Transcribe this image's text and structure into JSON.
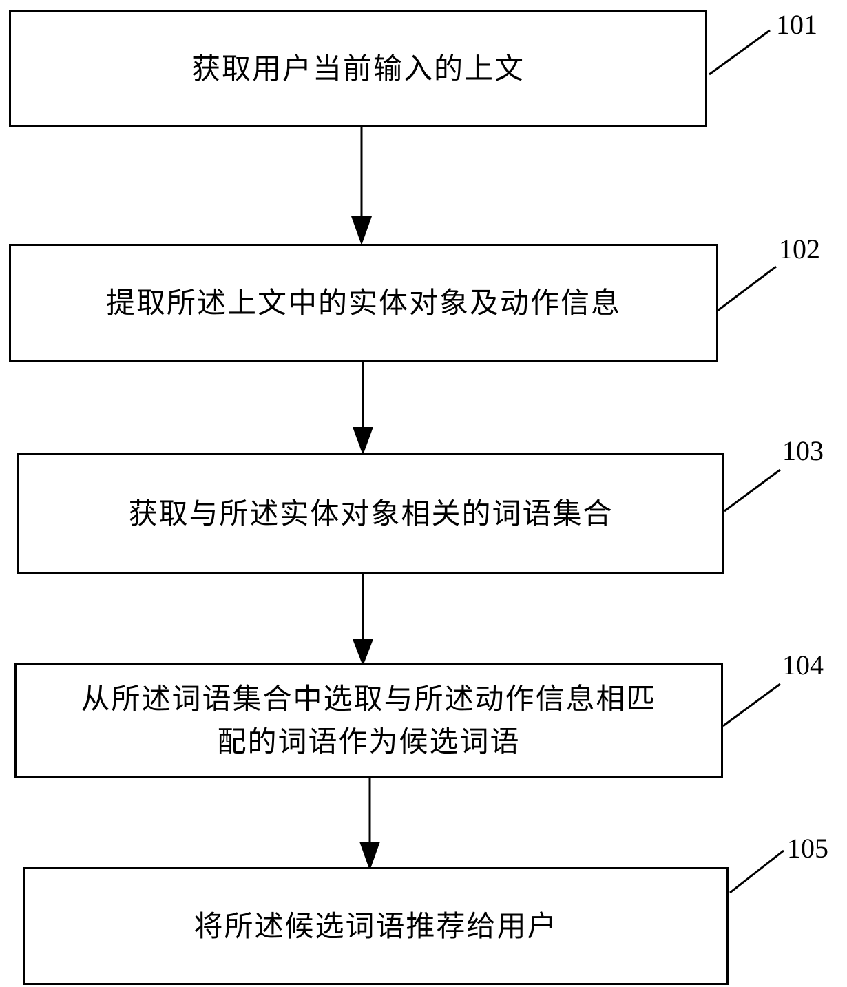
{
  "steps": [
    {
      "id": "101",
      "text": "获取用户当前输入的上文"
    },
    {
      "id": "102",
      "text": "提取所述上文中的实体对象及动作信息"
    },
    {
      "id": "103",
      "text": "获取与所述实体对象相关的词语集合"
    },
    {
      "id": "104",
      "text": "从所述词语集合中选取与所述动作信息相匹\n配的词语作为候选词语"
    },
    {
      "id": "105",
      "text": "将所述候选词语推荐给用户"
    }
  ],
  "colors": {
    "line": "#000000",
    "background": "#ffffff"
  }
}
